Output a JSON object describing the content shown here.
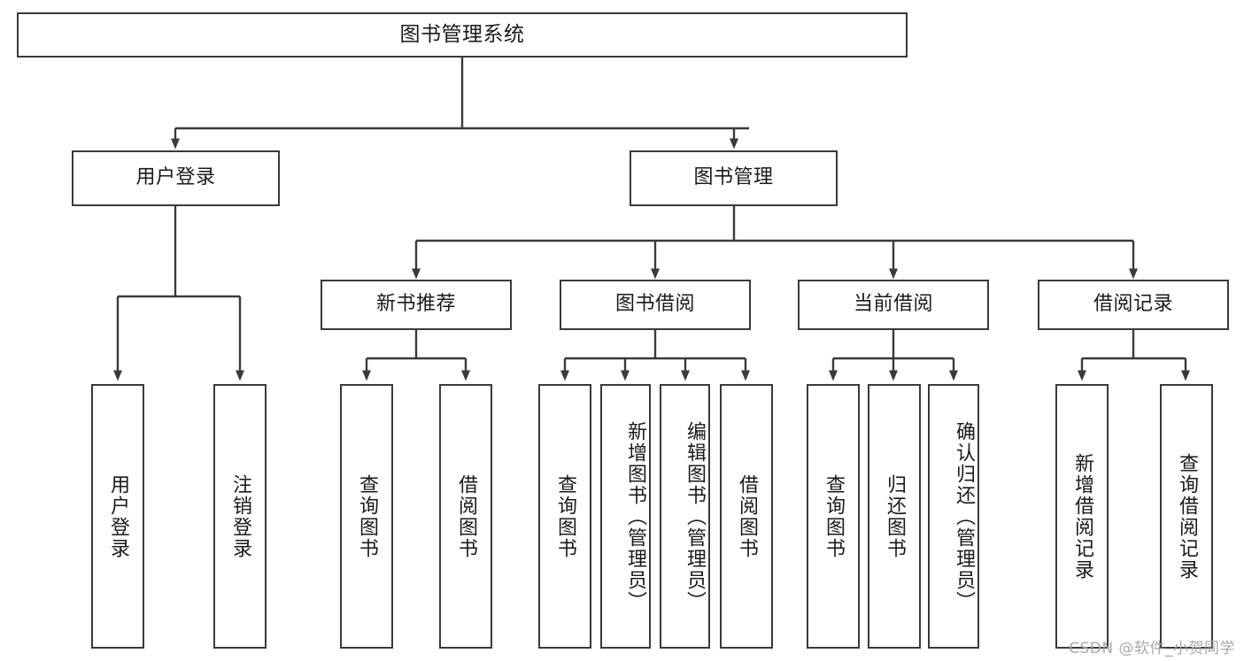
{
  "diagram": {
    "type": "tree",
    "title": "图书管理系统",
    "root": {
      "label": "图书管理系统"
    },
    "level2": [
      {
        "label": "用户登录"
      },
      {
        "label": "图书管理"
      }
    ],
    "level3": [
      {
        "label": "新书推荐"
      },
      {
        "label": "图书借阅"
      },
      {
        "label": "当前借阅"
      },
      {
        "label": "借阅记录"
      }
    ],
    "leaves": {
      "user_login": [
        {
          "label": "用户登录"
        },
        {
          "label": "注销登录"
        }
      ],
      "new_book_recommend": [
        {
          "label": "查询图书"
        },
        {
          "label": "借阅图书"
        }
      ],
      "book_borrow": [
        {
          "label": "查询图书"
        },
        {
          "label": "新增图书（管理员）"
        },
        {
          "label": "编辑图书（管理员）"
        },
        {
          "label": "借阅图书"
        }
      ],
      "current_borrow": [
        {
          "label": "查询图书"
        },
        {
          "label": "归还图书"
        },
        {
          "label": "确认归还（管理员）"
        }
      ],
      "borrow_record": [
        {
          "label": "新增借阅记录"
        },
        {
          "label": "查询借阅记录"
        }
      ]
    }
  },
  "watermark": {
    "text": "CSDN @软件_小贺同学"
  },
  "colors": {
    "stroke": "#3a3a3a",
    "background": "#ffffff",
    "text": "#1a1a1a",
    "watermark": "#a8a8a8"
  }
}
